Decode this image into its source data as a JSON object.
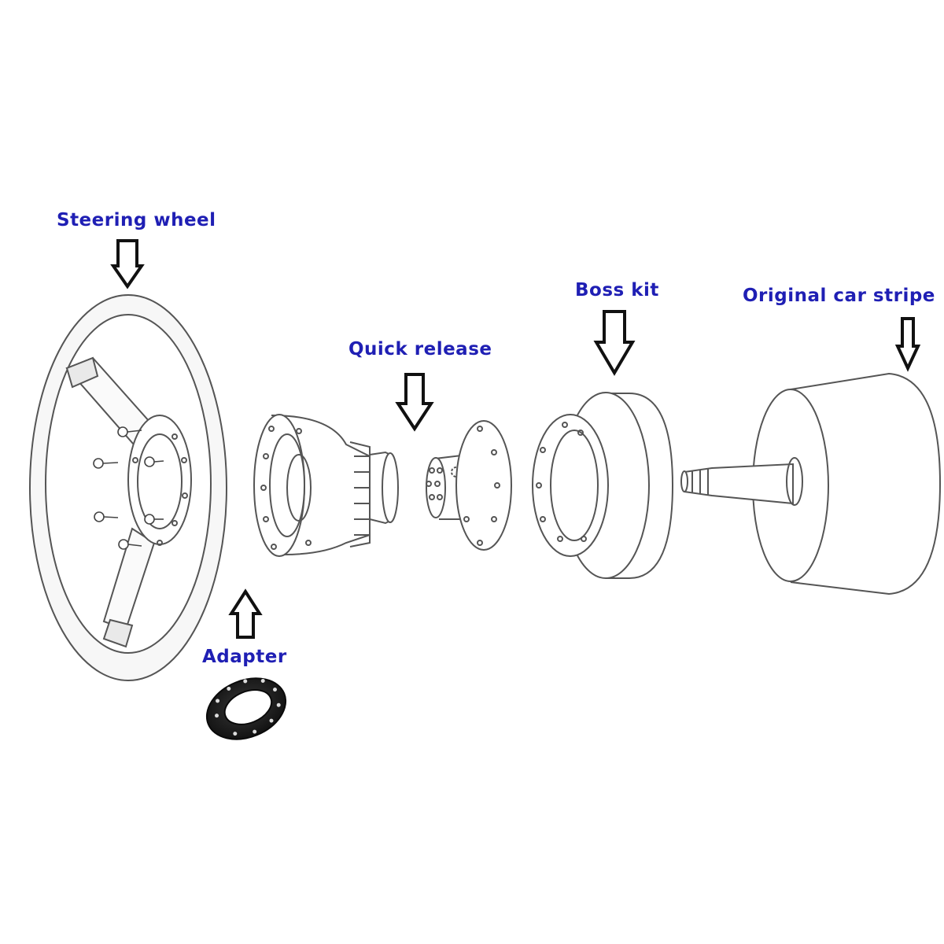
{
  "labels": {
    "steering_wheel": "Steering wheel",
    "quick_release": "Quick release",
    "boss_kit": "Boss kit",
    "original_car_stripe": "Original car stripe",
    "adapter": "Adapter"
  },
  "colors": {
    "label": "#1f1fb4",
    "line": "#555555",
    "arrow": "#111111",
    "adapter_ring": "#1a1a1a"
  },
  "icons": [
    "hollow-down-arrow-icon",
    "hollow-up-arrow-icon"
  ]
}
